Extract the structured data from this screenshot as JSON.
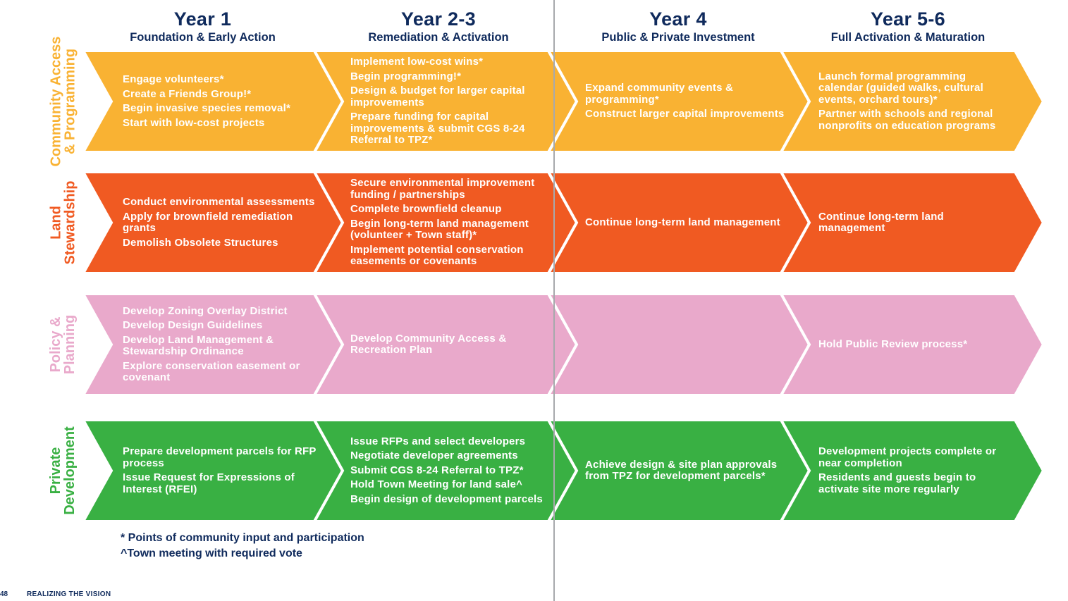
{
  "columns": [
    {
      "year": "Year 1",
      "subtitle": "Foundation & Early Action"
    },
    {
      "year": "Year 2-3",
      "subtitle": "Remediation & Activation"
    },
    {
      "year": "Year 4",
      "subtitle": "Public & Private Investment"
    },
    {
      "year": "Year 5-6",
      "subtitle": "Full Activation & Maturation"
    }
  ],
  "rows": [
    {
      "label_line1": "Community Access",
      "label_line2": "& Programming",
      "color": "#f9b233",
      "label_color": "#f9b233",
      "cells": [
        [
          "Engage volunteers*",
          "Create a Friends Group!*",
          "Begin invasive species removal*",
          "Start with low-cost projects"
        ],
        [
          "Implement low-cost wins*",
          "Begin programming!*",
          "Design & budget for larger capital improvements",
          "Prepare funding for capital improvements & submit CGS 8-24 Referral to TPZ*"
        ],
        [
          "Expand community events & programming*",
          "Construct larger capital improvements"
        ],
        [
          "Launch formal programming calendar (guided walks, cultural events, orchard tours)*",
          "Partner with schools and regional nonprofits on education programs"
        ]
      ]
    },
    {
      "label_line1": "Land",
      "label_line2": "Stewardship",
      "color": "#f05a22",
      "label_color": "#f05a22",
      "cells": [
        [
          "Conduct environmental assessments",
          "Apply for brownfield remediation grants",
          "Demolish Obsolete Structures"
        ],
        [
          "Secure environmental improvement funding / partnerships",
          "Complete brownfield cleanup",
          "Begin long-term land management (volunteer + Town staff)*",
          "Implement potential conservation easements or covenants"
        ],
        [
          "Continue long-term land management"
        ],
        [
          "Continue long-term land management"
        ]
      ]
    },
    {
      "label_line1": "Policy &",
      "label_line2": "Planning",
      "color": "#e9a9cb",
      "label_color": "#e9a9cb",
      "cells": [
        [
          "Develop  Zoning Overlay District",
          "Develop Design Guidelines",
          "Develop Land Management & Stewardship Ordinance",
          "Explore conservation easement or covenant"
        ],
        [
          "Develop Community Access & Recreation Plan"
        ],
        [],
        [
          "Hold Public Review process*"
        ]
      ]
    },
    {
      "label_line1": "Private",
      "label_line2": "Development",
      "color": "#39b043",
      "label_color": "#39b043",
      "cells": [
        [
          "Prepare development parcels for RFP process",
          "Issue Request for Expressions of Interest (RFEI)"
        ],
        [
          "Issue RFPs and select developers",
          "Negotiate developer agreements",
          "Submit CGS 8-24 Referral to TPZ*",
          "Hold Town Meeting for land sale^",
          "Begin design of development parcels"
        ],
        [
          "Achieve design & site plan approvals from TPZ for development parcels*"
        ],
        [
          "Development projects complete or near completion",
          "Residents and guests begin to activate site more regularly"
        ]
      ]
    }
  ],
  "notes": {
    "note1": "* Points of community input and participation",
    "note2": "^Town meeting with required vote"
  },
  "footer": {
    "page_number": "48",
    "section": "REALIZING THE VISION"
  }
}
